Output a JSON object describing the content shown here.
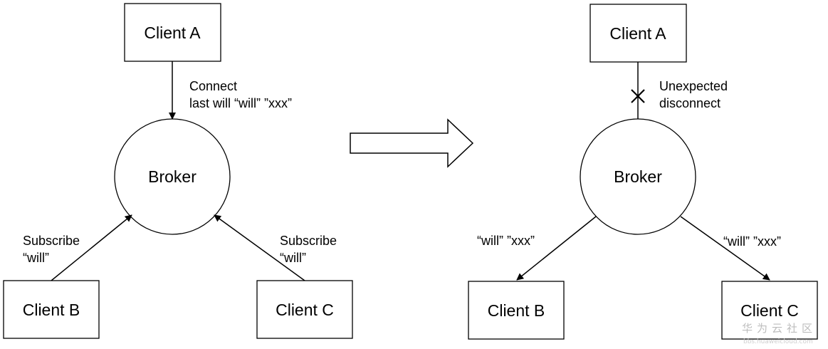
{
  "left": {
    "client_a": "Client A",
    "broker": "Broker",
    "client_b": "Client B",
    "client_c": "Client C",
    "connect_line1": "Connect",
    "connect_line2": "last will “will” ”xxx”",
    "sub_b_line1": "Subscribe",
    "sub_b_line2": "“will”",
    "sub_c_line1": "Subscribe",
    "sub_c_line2": "“will”"
  },
  "right": {
    "client_a": "Client A",
    "broker": "Broker",
    "client_b": "Client B",
    "client_c": "Client C",
    "disconnect_line1": "Unexpected",
    "disconnect_line2": "disconnect",
    "msg_b": "“will” ”xxx”",
    "msg_c": "“will” ”xxx”"
  },
  "watermark": {
    "title": "华为云社区",
    "url": "bbs.huaweicloud.com"
  }
}
